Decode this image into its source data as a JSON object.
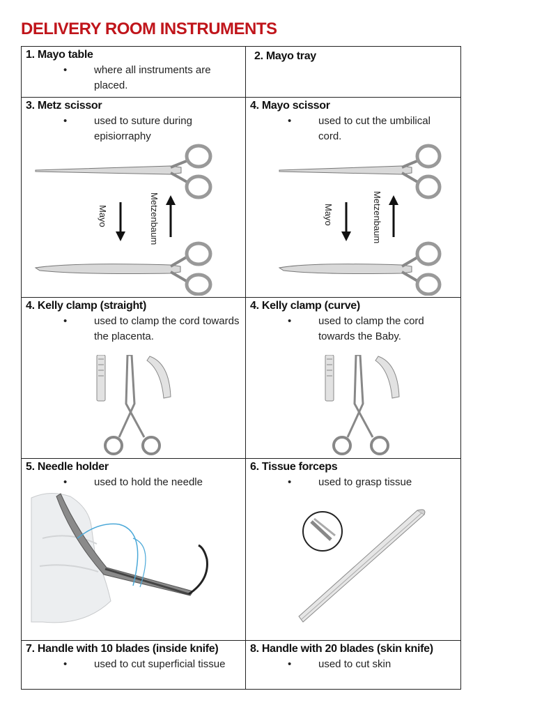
{
  "title": "DELIVERY ROOM INSTRUMENTS",
  "bullet_char": "•",
  "cells": [
    {
      "heading": "1.  Mayo table",
      "description": "where all instruments are placed."
    },
    {
      "heading": "2. Mayo tray",
      "description": ""
    },
    {
      "heading": "3. Metz scissor",
      "description": "used to suture during episiorraphy"
    },
    {
      "heading": "4. Mayo scissor",
      "description": "used to cut the umbilical cord."
    },
    {
      "heading": "4. Kelly clamp (straight)",
      "description": "used to clamp the cord towards the placenta."
    },
    {
      "heading": "4. Kelly clamp (curve)",
      "description": "used to clamp the cord towards the Baby."
    },
    {
      "heading": "5. Needle holder",
      "description": "used to hold the needle"
    },
    {
      "heading": "6. Tissue forceps",
      "description": "used to grasp tissue"
    },
    {
      "heading": "7. Handle with 10 blades (inside knife)",
      "description": "used to cut superficial tissue"
    },
    {
      "heading": "8. Handle with 20 blades (skin knife)",
      "description": "used to cut skin"
    }
  ],
  "scissor_figure": {
    "label_down": "Mayo",
    "label_up": "Metzenbaum"
  }
}
